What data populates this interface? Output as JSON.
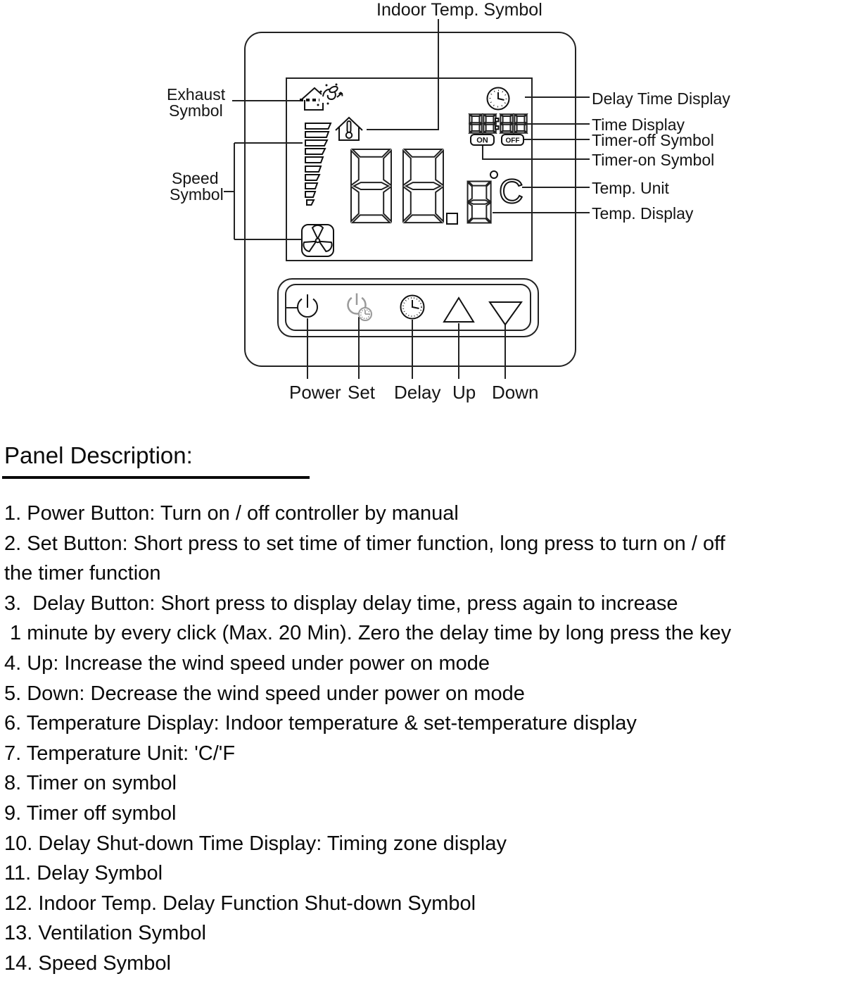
{
  "diagram": {
    "top_label": "Indoor Temp. Symbol",
    "left_labels": {
      "exhaust_line1": "Exhaust",
      "exhaust_line2": "Symbol",
      "speed_line1": "Speed",
      "speed_line2": "Symbol"
    },
    "right_labels": {
      "delay_time": "Delay Time Display",
      "time_display": "Time Display",
      "timer_off": "Timer-off Symbol",
      "timer_on": "Timer-on Symbol",
      "temp_unit": "Temp. Unit",
      "temp_display": "Temp. Display"
    },
    "button_labels": {
      "power": "Power",
      "set": "Set",
      "delay": "Delay",
      "up": "Up",
      "down": "Down"
    },
    "lcd": {
      "time_value": "88:88",
      "timer_on_badge": "ON",
      "timer_off_badge": "OFF",
      "temp_value": "88.8",
      "temp_unit": "°C",
      "temp_unit_letter": "C"
    }
  },
  "description": {
    "heading": "Panel Description:",
    "lines": [
      "1. Power Button: Turn on / off controller by manual",
      "2. Set Button: Short press to set time of timer function, long press to turn on / off",
      "the timer function",
      "3.  Delay Button: Short press to display delay time, press again to increase",
      " 1 minute by every click (Max. 20 Min). Zero the delay time by long press the key",
      "4. Up: Increase the wind speed under power on mode",
      "5. Down: Decrease the wind speed under power on mode",
      "6. Temperature Display: Indoor temperature & set-temperature display",
      "7. Temperature Unit: 'C/'F",
      "8. Timer on symbol",
      "9. Timer off symbol",
      "10. Delay Shut-down Time Display: Timing zone display",
      "11. Delay Symbol",
      "12. Indoor Temp. Delay Function Shut-down Symbol",
      "13. Ventilation Symbol",
      "14. Speed Symbol"
    ]
  }
}
